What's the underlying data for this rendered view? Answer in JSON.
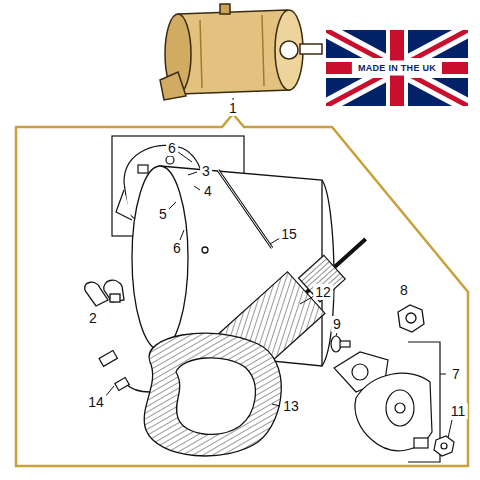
{
  "diagram": {
    "labels": [
      "MADE IN THE UK",
      "1",
      "6",
      "3",
      "4",
      "5",
      "6",
      "2",
      "15",
      "12",
      "9",
      "8",
      "7",
      "14",
      "13",
      "11"
    ]
  }
}
